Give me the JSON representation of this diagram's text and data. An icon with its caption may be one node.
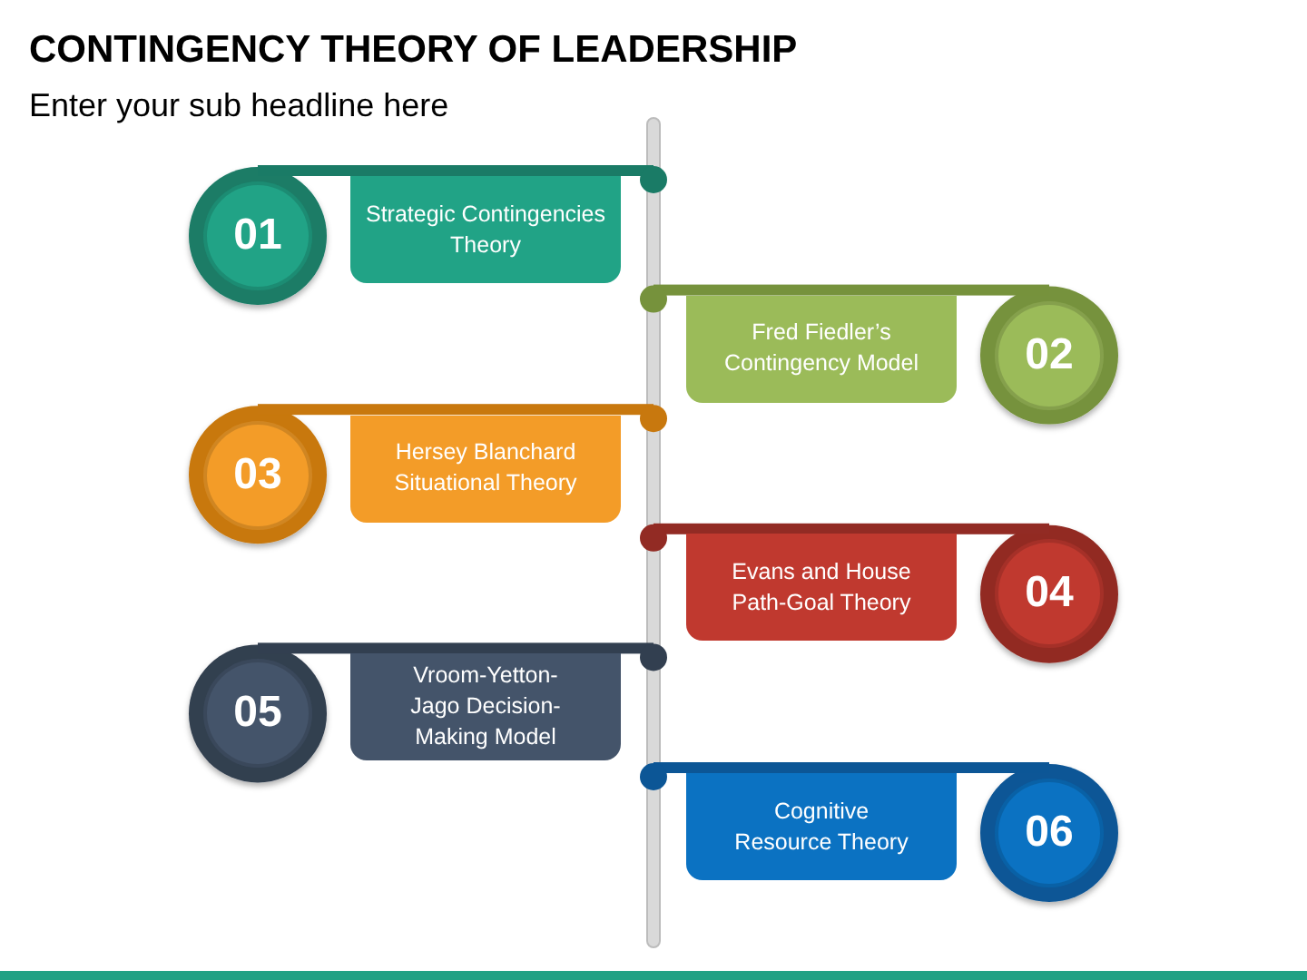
{
  "diagram": {
    "title": "CONTINGENCY THEORY OF LEADERSHIP",
    "nodes": [
      {
        "text": [
          "01"
        ]
      },
      {
        "text": [
          "Strategic Contingencies Theory"
        ]
      },
      {
        "text": [
          "Fred Fiedler’s Contingency Model"
        ]
      },
      {
        "text": [
          "02"
        ]
      },
      {
        "text": [
          "03"
        ]
      },
      {
        "text": [
          "Hersey Blanchard Situational Theory"
        ]
      },
      {
        "text": [
          "Evans and House Path-Goal Theory"
        ]
      },
      {
        "text": [
          "04"
        ]
      },
      {
        "text": [
          "05"
        ]
      },
      {
        "text": [
          "Vroom-Yetton-Jago Decision-Making Model"
        ]
      },
      {
        "text": [
          "Cognitive Resource Theory"
        ]
      },
      {
        "text": [
          "06"
        ]
      }
    ],
    "labels": [
      "Enter your sub headline here"
    ]
  }
}
